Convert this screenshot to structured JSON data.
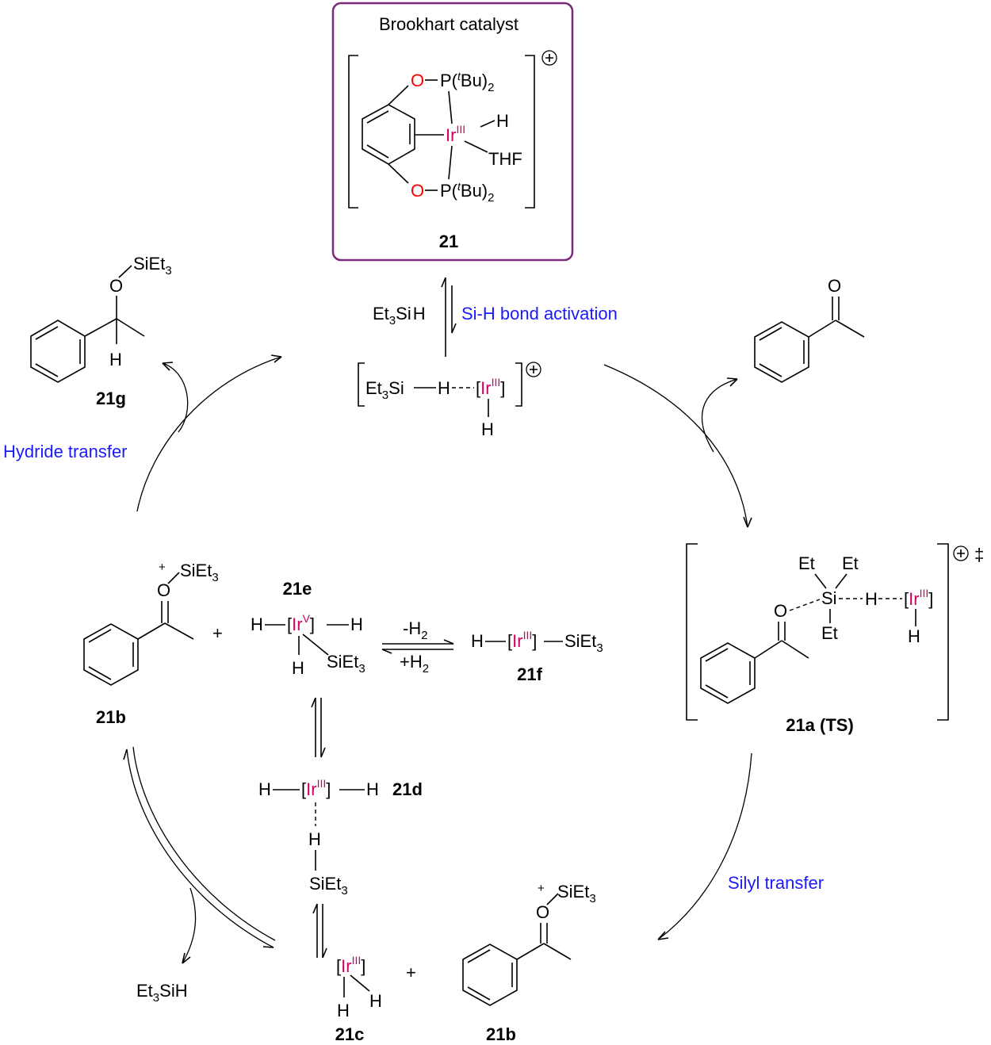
{
  "catalyst": {
    "title": "Brookhart catalyst",
    "ligand_O": "O",
    "phosphine": "P(",
    "phosphine_t": "t",
    "phosphine_bu": "Bu)",
    "phosphine_2": "2",
    "metal": "Ir",
    "metal_ox": "III",
    "hydride": "H",
    "solvent": "THF",
    "charge": "+",
    "number": "21"
  },
  "steps": {
    "activation": "Si-H bond activation",
    "hydride_transfer": "Hydride transfer",
    "silyl_transfer": "Silyl transfer",
    "minus_h2": "-H",
    "plus_h2": "+H",
    "h2_sub": "2"
  },
  "reagents": {
    "silane_et": "Et",
    "silane_3": "3",
    "silane_si": "Si",
    "silane_h": "H",
    "silane_full": "SiH"
  },
  "compounds": {
    "c21g": "21g",
    "c21a": "21a (TS)",
    "c21b_left": "21b",
    "c21b_bottom": "21b",
    "c21c": "21c",
    "c21d": "21d",
    "c21e": "21e",
    "c21f": "21f"
  },
  "atoms": {
    "siet": "SiEt",
    "three": "3",
    "O": "O",
    "H": "H",
    "Si": "Si",
    "Et": "Et",
    "ir_open": "[",
    "ir": "Ir",
    "ir_close": "]",
    "ox3": "III",
    "ox5": "V",
    "plus": "+",
    "dagger": "‡"
  }
}
